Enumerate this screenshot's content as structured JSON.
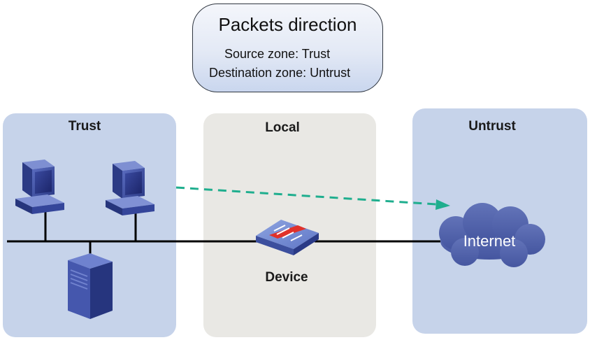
{
  "callout": {
    "title": "Packets direction",
    "source_line": "Source zone: Trust",
    "destination_line": "Destination zone: Untrust"
  },
  "zones": {
    "trust": "Trust",
    "local": "Local",
    "untrust": "Untrust"
  },
  "device": {
    "label": "Device"
  },
  "internet": {
    "label": "Internet"
  },
  "colors": {
    "zone_fill": "#c6d3ea",
    "local_fill": "#e9e8e4",
    "arrow": "#1fae8e",
    "cloud": "#4f61a8",
    "host": "#3c4e9f",
    "firewall_bar": "#e0312a"
  },
  "icons": {
    "pc": "desktop-computer-icon",
    "server": "tower-server-icon",
    "firewall": "firewall-device-icon",
    "cloud": "internet-cloud-icon"
  }
}
